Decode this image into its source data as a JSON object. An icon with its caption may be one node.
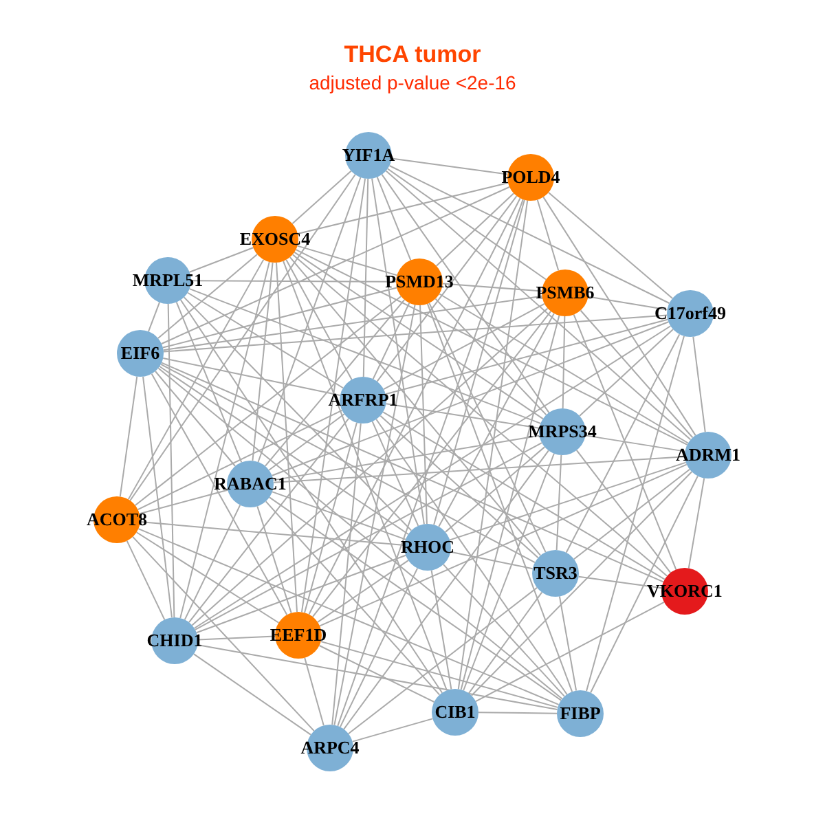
{
  "diagram": {
    "title": "THCA tumor",
    "caption": "adjusted p-value <2e-16",
    "nodes": [
      {
        "text": [
          "YIF1A"
        ]
      },
      {
        "text": [
          "POLD4"
        ]
      },
      {
        "text": [
          "EXOSC4"
        ]
      },
      {
        "text": [
          "MRPL51"
        ]
      },
      {
        "text": [
          "PSMD13"
        ]
      },
      {
        "text": [
          "PSMB6"
        ]
      },
      {
        "text": [
          "C17orf49"
        ]
      },
      {
        "text": [
          "EIF6"
        ]
      },
      {
        "text": [
          "ARFRP1"
        ]
      },
      {
        "text": [
          "MRPS34"
        ]
      },
      {
        "text": [
          "ADRM1"
        ]
      },
      {
        "text": [
          "RABAC1"
        ]
      },
      {
        "text": [
          "ACOT8"
        ]
      },
      {
        "text": [
          "RHOC"
        ]
      },
      {
        "text": [
          "TSR3"
        ]
      },
      {
        "text": [
          "VKORC1"
        ]
      },
      {
        "text": [
          "EEF1D"
        ]
      },
      {
        "text": [
          "CHID1"
        ]
      },
      {
        "text": [
          "CIB1"
        ]
      },
      {
        "text": [
          "FIBP"
        ]
      },
      {
        "text": [
          "ARPC4"
        ]
      }
    ],
    "edges": [
      {
        "from": 0,
        "to": 1,
        "arrow": "none"
      },
      {
        "from": 0,
        "to": 2,
        "arrow": "none"
      },
      {
        "from": 0,
        "to": 4,
        "arrow": "none"
      },
      {
        "from": 0,
        "to": 5,
        "arrow": "none"
      },
      {
        "from": 0,
        "to": 6,
        "arrow": "none"
      },
      {
        "from": 0,
        "to": 8,
        "arrow": "none"
      },
      {
        "from": 0,
        "to": 9,
        "arrow": "none"
      },
      {
        "from": 0,
        "to": 10,
        "arrow": "none"
      },
      {
        "from": 0,
        "to": 11,
        "arrow": "none"
      },
      {
        "from": 0,
        "to": 12,
        "arrow": "none"
      },
      {
        "from": 0,
        "to": 13,
        "arrow": "none"
      },
      {
        "from": 0,
        "to": 16,
        "arrow": "none"
      },
      {
        "from": 1,
        "to": 2,
        "arrow": "none"
      },
      {
        "from": 1,
        "to": 4,
        "arrow": "none"
      },
      {
        "from": 1,
        "to": 5,
        "arrow": "none"
      },
      {
        "from": 1,
        "to": 6,
        "arrow": "none"
      },
      {
        "from": 1,
        "to": 7,
        "arrow": "none"
      },
      {
        "from": 1,
        "to": 8,
        "arrow": "none"
      },
      {
        "from": 1,
        "to": 10,
        "arrow": "none"
      },
      {
        "from": 1,
        "to": 13,
        "arrow": "none"
      },
      {
        "from": 1,
        "to": 16,
        "arrow": "none"
      },
      {
        "from": 1,
        "to": 18,
        "arrow": "none"
      },
      {
        "from": 1,
        "to": 20,
        "arrow": "none"
      },
      {
        "from": 2,
        "to": 3,
        "arrow": "none"
      },
      {
        "from": 2,
        "to": 4,
        "arrow": "none"
      },
      {
        "from": 2,
        "to": 7,
        "arrow": "none"
      },
      {
        "from": 2,
        "to": 8,
        "arrow": "none"
      },
      {
        "from": 2,
        "to": 9,
        "arrow": "none"
      },
      {
        "from": 2,
        "to": 10,
        "arrow": "none"
      },
      {
        "from": 2,
        "to": 11,
        "arrow": "none"
      },
      {
        "from": 2,
        "to": 12,
        "arrow": "none"
      },
      {
        "from": 2,
        "to": 14,
        "arrow": "none"
      },
      {
        "from": 2,
        "to": 15,
        "arrow": "none"
      },
      {
        "from": 2,
        "to": 16,
        "arrow": "none"
      },
      {
        "from": 2,
        "to": 17,
        "arrow": "none"
      },
      {
        "from": 2,
        "to": 18,
        "arrow": "none"
      },
      {
        "from": 3,
        "to": 4,
        "arrow": "none"
      },
      {
        "from": 3,
        "to": 7,
        "arrow": "none"
      },
      {
        "from": 3,
        "to": 8,
        "arrow": "none"
      },
      {
        "from": 3,
        "to": 9,
        "arrow": "none"
      },
      {
        "from": 3,
        "to": 11,
        "arrow": "none"
      },
      {
        "from": 3,
        "to": 13,
        "arrow": "none"
      },
      {
        "from": 3,
        "to": 17,
        "arrow": "none"
      },
      {
        "from": 3,
        "to": 18,
        "arrow": "none"
      },
      {
        "from": 4,
        "to": 5,
        "arrow": "none"
      },
      {
        "from": 4,
        "to": 7,
        "arrow": "none"
      },
      {
        "from": 4,
        "to": 8,
        "arrow": "none"
      },
      {
        "from": 4,
        "to": 9,
        "arrow": "none"
      },
      {
        "from": 4,
        "to": 10,
        "arrow": "none"
      },
      {
        "from": 4,
        "to": 11,
        "arrow": "none"
      },
      {
        "from": 4,
        "to": 12,
        "arrow": "none"
      },
      {
        "from": 4,
        "to": 13,
        "arrow": "none"
      },
      {
        "from": 4,
        "to": 14,
        "arrow": "none"
      },
      {
        "from": 4,
        "to": 19,
        "arrow": "none"
      },
      {
        "from": 4,
        "to": 20,
        "arrow": "none"
      },
      {
        "from": 5,
        "to": 6,
        "arrow": "none"
      },
      {
        "from": 5,
        "to": 7,
        "arrow": "none"
      },
      {
        "from": 5,
        "to": 8,
        "arrow": "none"
      },
      {
        "from": 5,
        "to": 9,
        "arrow": "none"
      },
      {
        "from": 5,
        "to": 10,
        "arrow": "none"
      },
      {
        "from": 5,
        "to": 13,
        "arrow": "none"
      },
      {
        "from": 5,
        "to": 15,
        "arrow": "none"
      },
      {
        "from": 5,
        "to": 16,
        "arrow": "none"
      },
      {
        "from": 5,
        "to": 17,
        "arrow": "none"
      },
      {
        "from": 5,
        "to": 18,
        "arrow": "none"
      },
      {
        "from": 6,
        "to": 7,
        "arrow": "none"
      },
      {
        "from": 6,
        "to": 8,
        "arrow": "none"
      },
      {
        "from": 6,
        "to": 9,
        "arrow": "none"
      },
      {
        "from": 6,
        "to": 10,
        "arrow": "none"
      },
      {
        "from": 6,
        "to": 11,
        "arrow": "none"
      },
      {
        "from": 6,
        "to": 14,
        "arrow": "none"
      },
      {
        "from": 6,
        "to": 17,
        "arrow": "none"
      },
      {
        "from": 6,
        "to": 19,
        "arrow": "none"
      },
      {
        "from": 7,
        "to": 8,
        "arrow": "none"
      },
      {
        "from": 7,
        "to": 11,
        "arrow": "none"
      },
      {
        "from": 7,
        "to": 12,
        "arrow": "none"
      },
      {
        "from": 7,
        "to": 13,
        "arrow": "none"
      },
      {
        "from": 7,
        "to": 14,
        "arrow": "none"
      },
      {
        "from": 7,
        "to": 15,
        "arrow": "none"
      },
      {
        "from": 7,
        "to": 16,
        "arrow": "none"
      },
      {
        "from": 7,
        "to": 17,
        "arrow": "none"
      },
      {
        "from": 7,
        "to": 19,
        "arrow": "none"
      },
      {
        "from": 8,
        "to": 9,
        "arrow": "none"
      },
      {
        "from": 8,
        "to": 11,
        "arrow": "none"
      },
      {
        "from": 8,
        "to": 12,
        "arrow": "none"
      },
      {
        "from": 8,
        "to": 13,
        "arrow": "none"
      },
      {
        "from": 8,
        "to": 14,
        "arrow": "none"
      },
      {
        "from": 8,
        "to": 15,
        "arrow": "none"
      },
      {
        "from": 8,
        "to": 16,
        "arrow": "none"
      },
      {
        "from": 8,
        "to": 17,
        "arrow": "none"
      },
      {
        "from": 8,
        "to": 19,
        "arrow": "none"
      },
      {
        "from": 8,
        "to": 20,
        "arrow": "none"
      },
      {
        "from": 9,
        "to": 10,
        "arrow": "none"
      },
      {
        "from": 9,
        "to": 11,
        "arrow": "none"
      },
      {
        "from": 9,
        "to": 13,
        "arrow": "none"
      },
      {
        "from": 9,
        "to": 14,
        "arrow": "none"
      },
      {
        "from": 9,
        "to": 15,
        "arrow": "none"
      },
      {
        "from": 9,
        "to": 17,
        "arrow": "none"
      },
      {
        "from": 9,
        "to": 18,
        "arrow": "none"
      },
      {
        "from": 9,
        "to": 20,
        "arrow": "none"
      },
      {
        "from": 10,
        "to": 11,
        "arrow": "none"
      },
      {
        "from": 10,
        "to": 13,
        "arrow": "none"
      },
      {
        "from": 10,
        "to": 14,
        "arrow": "none"
      },
      {
        "from": 10,
        "to": 15,
        "arrow": "none"
      },
      {
        "from": 10,
        "to": 16,
        "arrow": "none"
      },
      {
        "from": 10,
        "to": 18,
        "arrow": "none"
      },
      {
        "from": 10,
        "to": 19,
        "arrow": "none"
      },
      {
        "from": 11,
        "to": 12,
        "arrow": "none"
      },
      {
        "from": 11,
        "to": 13,
        "arrow": "none"
      },
      {
        "from": 11,
        "to": 16,
        "arrow": "none"
      },
      {
        "from": 11,
        "to": 17,
        "arrow": "none"
      },
      {
        "from": 11,
        "to": 18,
        "arrow": "none"
      },
      {
        "from": 11,
        "to": 19,
        "arrow": "none"
      },
      {
        "from": 12,
        "to": 13,
        "arrow": "none"
      },
      {
        "from": 12,
        "to": 16,
        "arrow": "none"
      },
      {
        "from": 12,
        "to": 17,
        "arrow": "none"
      },
      {
        "from": 12,
        "to": 19,
        "arrow": "none"
      },
      {
        "from": 12,
        "to": 20,
        "arrow": "none"
      },
      {
        "from": 13,
        "to": 14,
        "arrow": "none"
      },
      {
        "from": 13,
        "to": 16,
        "arrow": "none"
      },
      {
        "from": 13,
        "to": 17,
        "arrow": "none"
      },
      {
        "from": 13,
        "to": 18,
        "arrow": "none"
      },
      {
        "from": 13,
        "to": 19,
        "arrow": "none"
      },
      {
        "from": 13,
        "to": 20,
        "arrow": "none"
      },
      {
        "from": 14,
        "to": 15,
        "arrow": "none"
      },
      {
        "from": 14,
        "to": 18,
        "arrow": "none"
      },
      {
        "from": 14,
        "to": 19,
        "arrow": "none"
      },
      {
        "from": 14,
        "to": 20,
        "arrow": "none"
      },
      {
        "from": 15,
        "to": 18,
        "arrow": "none"
      },
      {
        "from": 16,
        "to": 17,
        "arrow": "none"
      },
      {
        "from": 16,
        "to": 18,
        "arrow": "none"
      },
      {
        "from": 16,
        "to": 19,
        "arrow": "none"
      },
      {
        "from": 16,
        "to": 20,
        "arrow": "none"
      },
      {
        "from": 17,
        "to": 19,
        "arrow": "none"
      },
      {
        "from": 17,
        "to": 20,
        "arrow": "none"
      },
      {
        "from": 18,
        "to": 19,
        "arrow": "none"
      },
      {
        "from": 18,
        "to": 20,
        "arrow": "none"
      }
    ]
  }
}
